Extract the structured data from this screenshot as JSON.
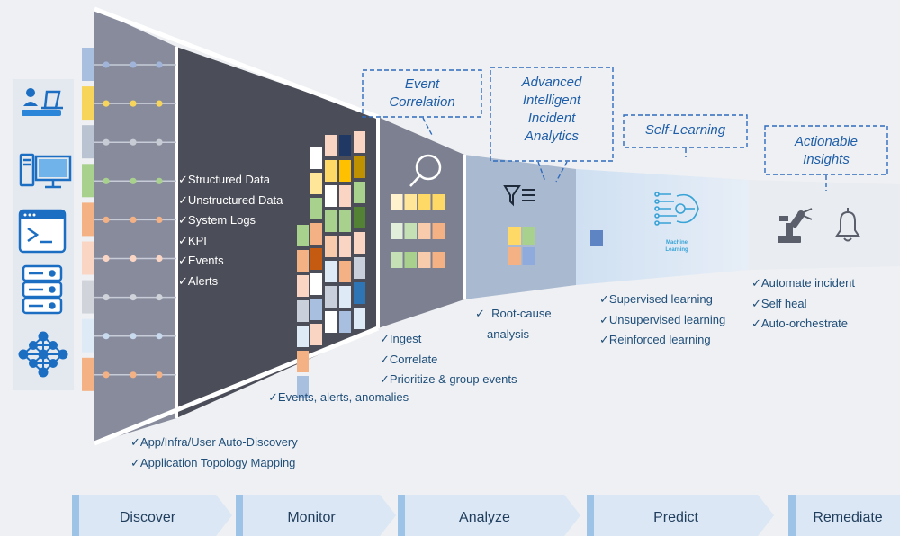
{
  "discover_checks": [
    "App/Infra/User Auto-Discovery",
    "Application Topology Mapping"
  ],
  "monitor_checks_inside": [
    "Structured Data",
    "Unstructured Data",
    "System Logs",
    "KPI",
    "Events",
    "Alerts"
  ],
  "monitor_checks_below": [
    "Events, alerts, anomalies"
  ],
  "analyze_checks": [
    "Ingest",
    "Correlate",
    "Prioritize & group events"
  ],
  "rca_checks": [
    "Root-cause",
    "analysis"
  ],
  "predict_checks": [
    "Supervised learning",
    "Unsupervised learning",
    "Reinforced learning"
  ],
  "remediate_checks": [
    "Automate incident",
    "Self heal",
    "Auto-orchestrate"
  ],
  "callouts": {
    "event_correlation": [
      "Event",
      "Correlation"
    ],
    "advanced_analytics": [
      "Advanced",
      "Intelligent",
      "Incident",
      "Analytics"
    ],
    "self_learning": [
      "Self-Learning"
    ],
    "actionable_insights": [
      "Actionable",
      "Insights"
    ]
  },
  "ml_label": [
    "Machine",
    "Learning"
  ],
  "stages": [
    "Discover",
    "Monitor",
    "Analyze",
    "Predict",
    "Remediate"
  ],
  "source_icons": [
    "user-workstation-icon",
    "desktop-computer-icon",
    "terminal-window-icon",
    "server-rack-icon",
    "neural-network-icon"
  ],
  "colors": {
    "accent": "#2e75b6",
    "text": "#1f4e79",
    "funnel_dark": "#4b4d58",
    "funnel_mid": "#7c8090",
    "funnel_light": "#a9b9cf",
    "stage_bar": "#dbe7f4"
  }
}
